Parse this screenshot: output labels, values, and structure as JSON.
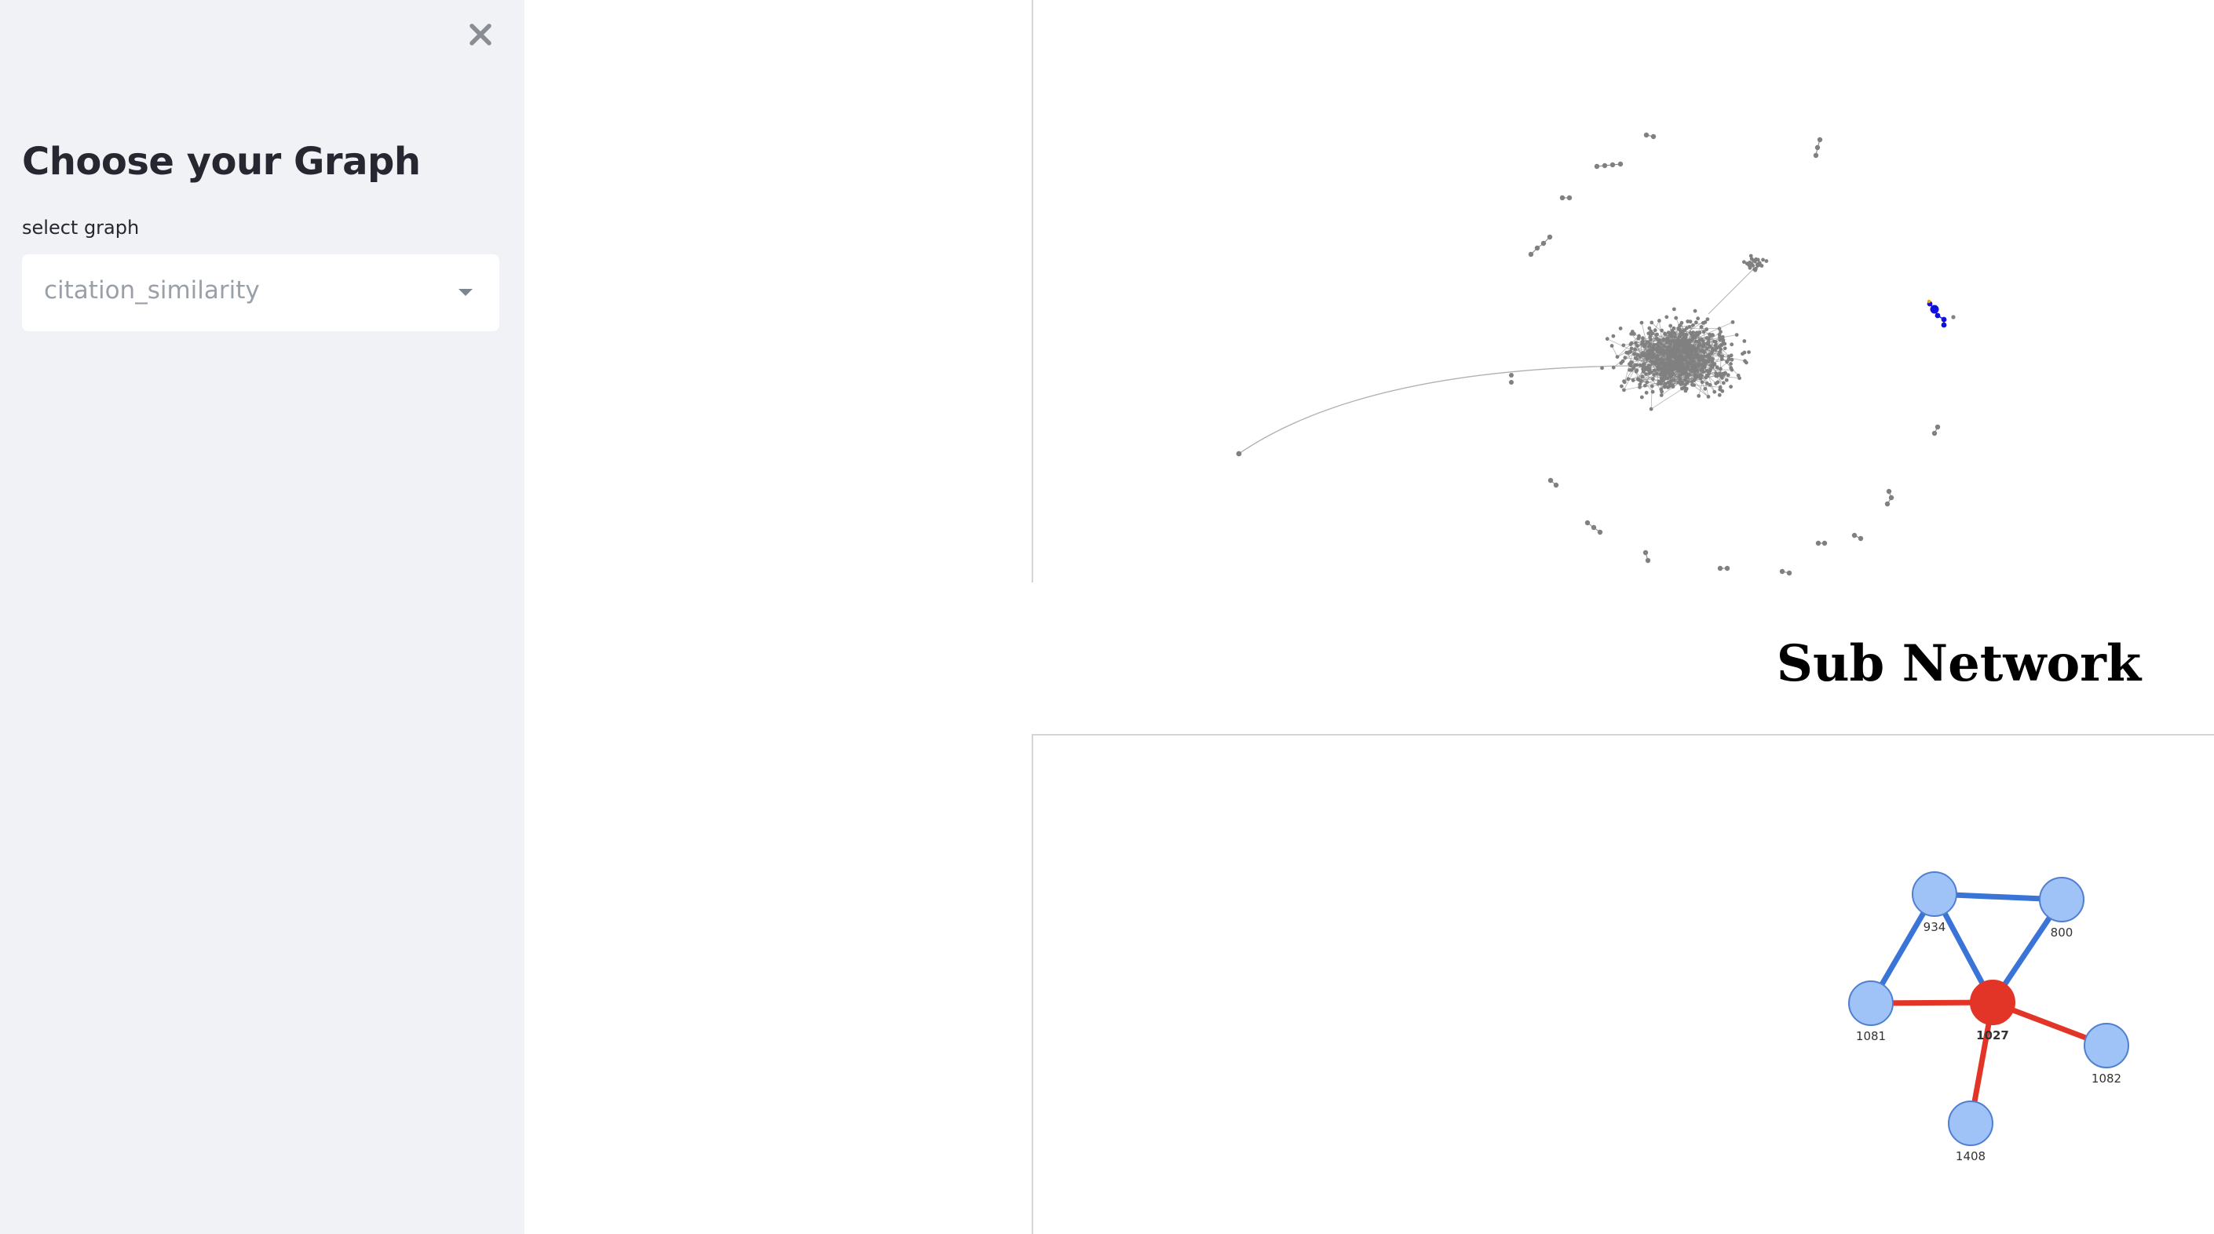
{
  "sidebar": {
    "close_icon": "close-icon",
    "title": "Choose your Graph",
    "select_label": "select graph",
    "select_value": "citation_similarity",
    "select_icon": "chevron-down-icon",
    "background_color": "#f0f2f6"
  },
  "main_graph": {
    "node_color": "#808080",
    "edge_color": "#b0b0b0",
    "highlight_color": "#1010e0"
  },
  "sub_network": {
    "title": "Sub Network",
    "blue_edge_color": "#3a74d6",
    "red_edge_color": "#e33527",
    "node_fill": "#9fc2f7",
    "node_stroke": "#4f7fd0",
    "center_fill": "#e33527",
    "nodes": [
      {
        "id": "934",
        "center": false
      },
      {
        "id": "800",
        "center": false
      },
      {
        "id": "1081",
        "center": false
      },
      {
        "id": "1027",
        "center": true
      },
      {
        "id": "1082",
        "center": false
      },
      {
        "id": "1408",
        "center": false
      }
    ],
    "edges": [
      {
        "from": "934",
        "to": "800",
        "kind": "blue"
      },
      {
        "from": "934",
        "to": "1081",
        "kind": "blue"
      },
      {
        "from": "934",
        "to": "1027",
        "kind": "blue"
      },
      {
        "from": "800",
        "to": "1027",
        "kind": "blue"
      },
      {
        "from": "1081",
        "to": "1027",
        "kind": "red"
      },
      {
        "from": "1027",
        "to": "1082",
        "kind": "red"
      },
      {
        "from": "1027",
        "to": "1408",
        "kind": "red"
      }
    ]
  }
}
